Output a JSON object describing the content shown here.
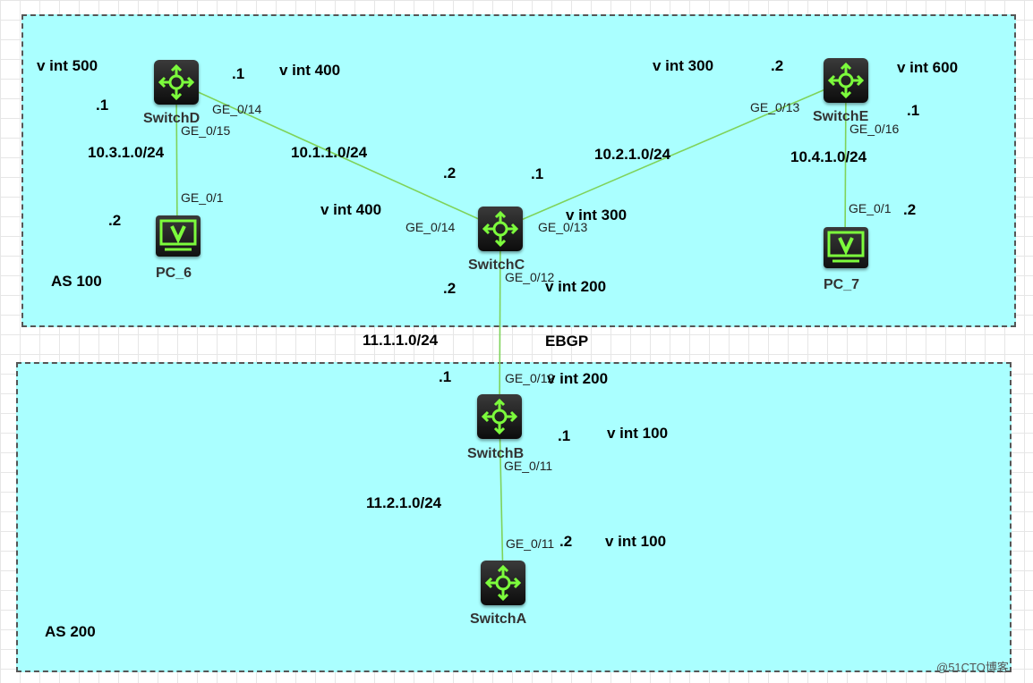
{
  "areas": {
    "as100": "AS 100",
    "as200": "AS 200"
  },
  "devices": {
    "switchD": "SwitchD",
    "switchE": "SwitchE",
    "switchC": "SwitchC",
    "switchB": "SwitchB",
    "switchA": "SwitchA",
    "pc6": "PC_6",
    "pc7": "PC_7"
  },
  "vlan_labels": {
    "d_500": "v int 500",
    "d_400": "v int 400",
    "e_300": "v int 300",
    "e_600": "v int 600",
    "c_400": "v int 400",
    "c_300": "v int 300",
    "c_200": "v int 200",
    "b_200": "v int 200",
    "b_100": "v int 100",
    "a_100": "v int 100"
  },
  "subnets": {
    "d_c": "10.1.1.0/24",
    "c_e": "10.2.1.0/24",
    "d_pc6": "10.3.1.0/24",
    "e_pc7": "10.4.1.0/24",
    "c_b": "11.1.1.0/24",
    "b_a": "11.2.1.0/24"
  },
  "host_ids": {
    "d_left": ".1",
    "d_right": ".1",
    "pc6": ".2",
    "c_left": ".2",
    "c_right": ".1",
    "e_left": ".2",
    "e_right": ".1",
    "pc7": ".2",
    "c_bottom": ".2",
    "b_top": ".1",
    "b_bottom": ".1",
    "a_top": ".2"
  },
  "ports": {
    "d_14": "GE_0/14",
    "d_15": "GE_0/15",
    "pc6_1": "GE_0/1",
    "c_14": "GE_0/14",
    "c_13": "GE_0/13",
    "c_12": "GE_0/12",
    "e_13": "GE_0/13",
    "e_16": "GE_0/16",
    "pc7_1": "GE_0/1",
    "b_12": "GE_0/12",
    "b_11": "GE_0/11",
    "a_11": "GE_0/11"
  },
  "protocol_label": "EBGP",
  "watermark": "@51CTO博客",
  "colors": {
    "as_fill": "#aaffff",
    "link": "#7fd35a",
    "icon": "#7cfc3c"
  },
  "icons": {
    "switch": "router-switch-icon",
    "pc": "monitor-v-icon"
  }
}
